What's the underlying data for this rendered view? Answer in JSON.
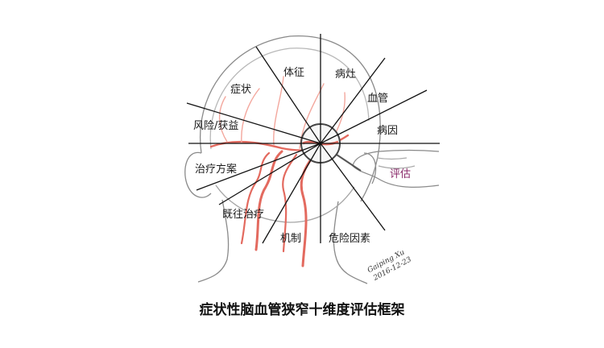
{
  "diagram": {
    "title": "症状性脑血管狭窄十维度评估框架",
    "center_action": "评估",
    "dimensions": [
      "体征",
      "病灶",
      "血管",
      "病因",
      "症状",
      "风险/获益",
      "治疗方案",
      "既往治疗",
      "机制",
      "危险因素"
    ],
    "signature": [
      "Gaiping Xu",
      "2016-12-23"
    ],
    "colors": {
      "artery": "#e36a5f",
      "artery_light": "#f3b1a9",
      "outline": "#7a7a7a",
      "ray": "#111111",
      "accent_text": "#8a2a6a"
    }
  }
}
